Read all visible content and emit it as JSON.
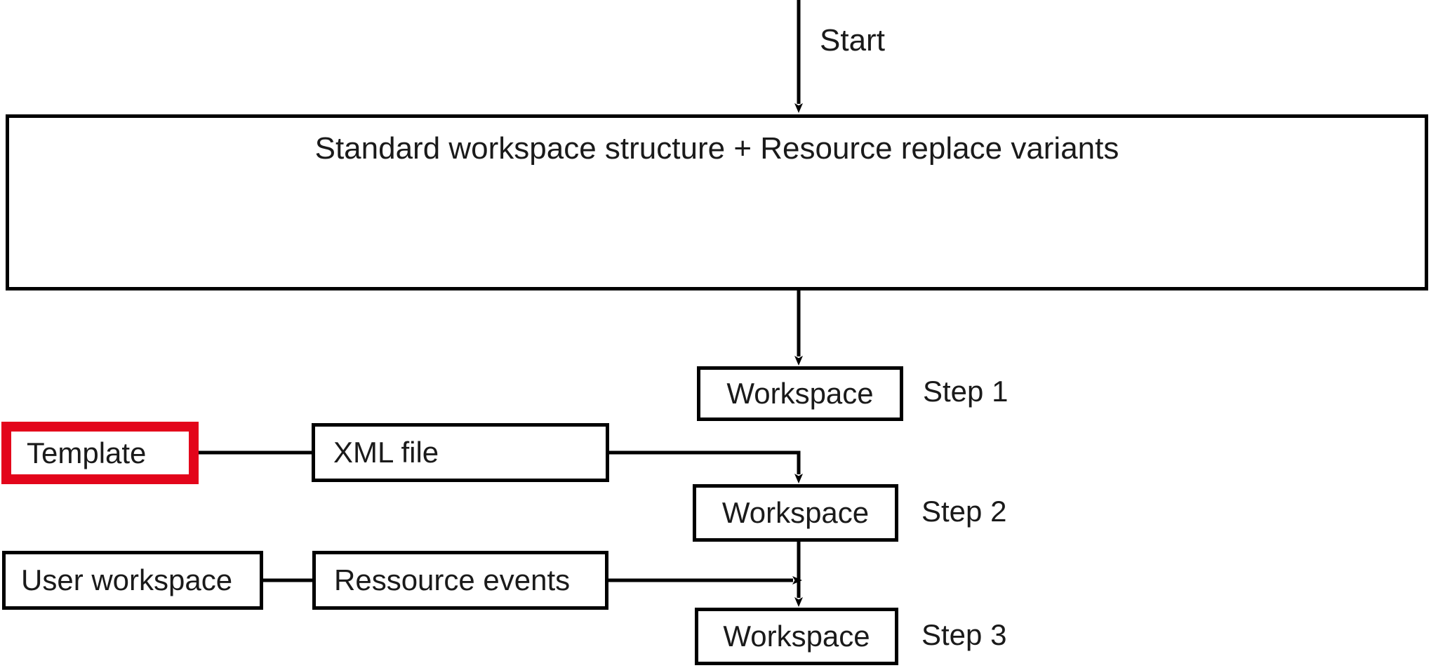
{
  "diagram": {
    "title_text": "Standard workspace structure + Resource replace variants",
    "labels": {
      "start": "Start",
      "step_1": "Step 1",
      "step_2": "Step 2",
      "step_3": "Step 3"
    },
    "nodes": {
      "standard": "Standard workspace structure + Resource replace variants",
      "template": "Template",
      "xml_file": "XML file",
      "user_workspace": "User workspace",
      "ressource_events": "Ressource events",
      "workspace_1": "Workspace",
      "workspace_2": "Workspace",
      "workspace_3": "Workspace"
    },
    "colors": {
      "stroke": "#000000",
      "highlight": "#E3051B",
      "background": "#FFFFFF",
      "text": "#1A1A1A"
    }
  }
}
